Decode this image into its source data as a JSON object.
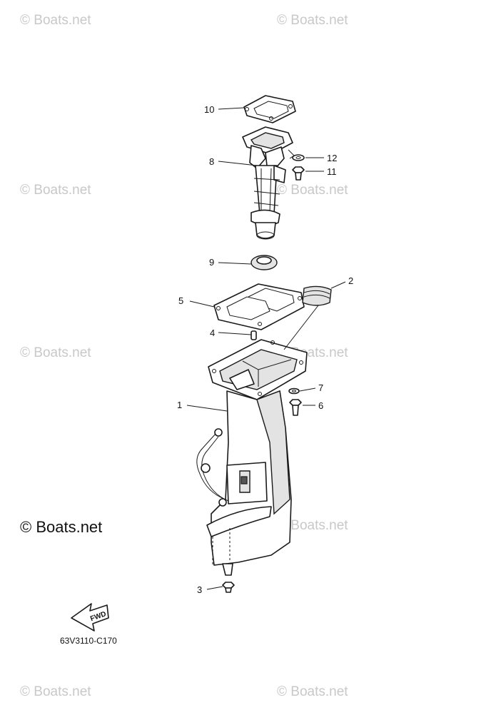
{
  "watermarks": [
    "© Boats.net",
    "© Boats.net",
    "© Boats.net",
    "© Boats.net",
    "© Boats.net",
    "© Boats.net",
    "© Boats.net",
    "© Boats.net",
    "© Boats.net"
  ],
  "main_watermark": "© Boats.net",
  "callouts": {
    "c1": "1",
    "c2": "2",
    "c3": "3",
    "c4": "4",
    "c5": "5",
    "c6": "6",
    "c7": "7",
    "c8": "8",
    "c9": "9",
    "c10": "10",
    "c11": "11",
    "c12": "12"
  },
  "fwd_label": "FWD",
  "diagram_code": "63V3110-C170"
}
